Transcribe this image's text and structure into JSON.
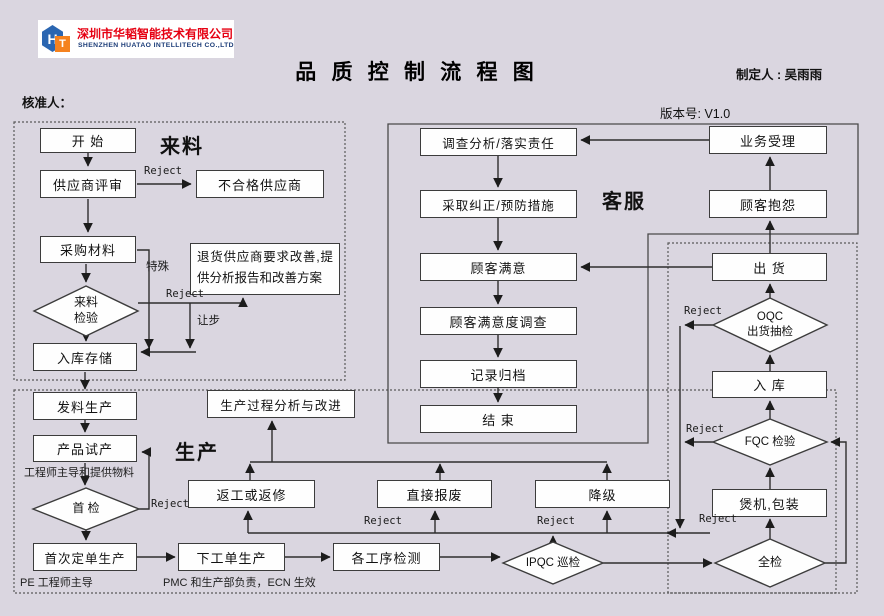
{
  "header": {
    "company_cn": "深圳市华韬智能技术有限公司",
    "company_en": "SHENZHEN HUATAO INTELLITECH CO.,LTD",
    "monogram_h": "H",
    "monogram_t": "T",
    "approver_label": "核准人：",
    "title": "品 质 控 制 流 程 图",
    "author_label": "制定人 : 吴雨雨",
    "version_label": "版本号: V1.0"
  },
  "sections": {
    "incoming": "来料",
    "production": "生产",
    "customer_service": "客服"
  },
  "nodes": {
    "start": "开 始",
    "supplier_review": "供应商评审",
    "unqualified_supplier": "不合格供应商",
    "purchase_material": "采购材料",
    "return_supplier": "退货供应商要求改善,提供分析报告和改善方案",
    "incoming_inspection_l1": "来料",
    "incoming_inspection_l2": "检验",
    "warehouse_storage": "入库存储",
    "issue_material": "发料生产",
    "trial_production": "产品试产",
    "trial_caption": "工程师主导和提供物料",
    "first_inspection": "首 检",
    "first_order": "首次定单生产",
    "first_order_caption": "PE 工程师主导",
    "work_order": "下工单生产",
    "work_order_caption": "PMC 和生产部负责，ECN 生效",
    "process_testing": "各工序检测",
    "ipqc": "IPQC 巡检",
    "full_inspection": "全检",
    "rework": "返工或返修",
    "scrap": "直接报废",
    "downgrade": "降级",
    "process_analysis": "生产过程分析与改进",
    "investigate": "调查分析/落实责任",
    "corrective": "采取纠正/预防措施",
    "satisfaction": "顾客满意",
    "satisfaction_survey": "顾客满意度调查",
    "record_archive": "记录归档",
    "end": "结 束",
    "business_accept": "业务受理",
    "complaint": "顾客抱怨",
    "shipment": "出 货",
    "oqc_l1": "OQC",
    "oqc_l2": "出货抽检",
    "warehouse_in": "入 库",
    "fqc": "FQC 检验",
    "burn_in": "煲机,包装"
  },
  "edge_labels": {
    "reject": "Reject",
    "special": "特殊",
    "concession": "让步"
  },
  "colors": {
    "background": "#dad6e0",
    "box_fill": "#fefefe",
    "line": "#2e2e2e",
    "logo_red": "#e60012",
    "logo_blue": "#2b66b1",
    "logo_orange": "#f5821f",
    "logo_navy": "#1b3c78"
  }
}
